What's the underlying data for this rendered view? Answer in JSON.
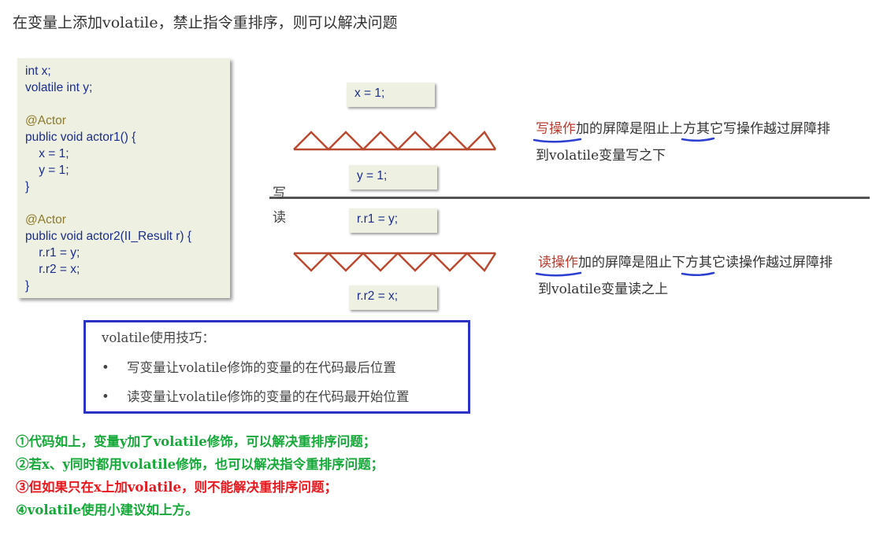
{
  "title": "在变量上添加volatile，禁止指令重排序，则可以解决问题",
  "code_panel": {
    "lines": [
      {
        "text": "int x;",
        "type": "code"
      },
      {
        "text": "volatile int y;",
        "type": "code"
      },
      {
        "text": "",
        "type": "code"
      },
      {
        "text": "@Actor",
        "type": "annotation"
      },
      {
        "text": "public void actor1() {",
        "type": "code"
      },
      {
        "text": "    x = 1;",
        "type": "code"
      },
      {
        "text": "    y = 1;",
        "type": "code"
      },
      {
        "text": "}",
        "type": "code"
      },
      {
        "text": "",
        "type": "code"
      },
      {
        "text": "@Actor",
        "type": "annotation"
      },
      {
        "text": "public void actor2(II_Result r) {",
        "type": "code"
      },
      {
        "text": "    r.r1 = y;",
        "type": "code"
      },
      {
        "text": "    r.r2 = x;",
        "type": "code"
      },
      {
        "text": "}",
        "type": "code"
      }
    ]
  },
  "diagram": {
    "box_x1": "x = 1;",
    "box_y1": "y = 1;",
    "box_r1": "r.r1 = y;",
    "box_r2": "r.r2 = x;",
    "label_write": "写",
    "label_read": "读",
    "write_desc": {
      "highlight": "写操作",
      "line1_rest": "加的屏障是阻止上方其它写操作越过屏障排",
      "line2": "到volatile变量写之下"
    },
    "read_desc": {
      "highlight": "读操作",
      "line1_rest": "加的屏障是阻止下方其它读操作越过屏障排",
      "line2": "到volatile变量读之上"
    },
    "colors": {
      "barrier": "#b84a30",
      "underline": "#2d3fd0",
      "divider": "#555555"
    }
  },
  "tips": {
    "title": "volatile使用技巧：",
    "bullet": "•",
    "items": [
      "写变量让volatile修饰的变量的在代码最后位置",
      "读变量让volatile修饰的变量的在代码最开始位置"
    ],
    "border_color": "#2a32c4"
  },
  "notes": [
    {
      "text": "①代码如上，变量y加了volatile修饰，可以解决重排序问题；",
      "color": "green"
    },
    {
      "text": "②若x、y同时都用volatile修饰，也可以解决指令重排序问题；",
      "color": "green"
    },
    {
      "text": "③但如果只在x上加volatile，则不能解决重排序问题；",
      "color": "red"
    },
    {
      "text": "④volatile使用小建议如上方。",
      "color": "green"
    }
  ]
}
